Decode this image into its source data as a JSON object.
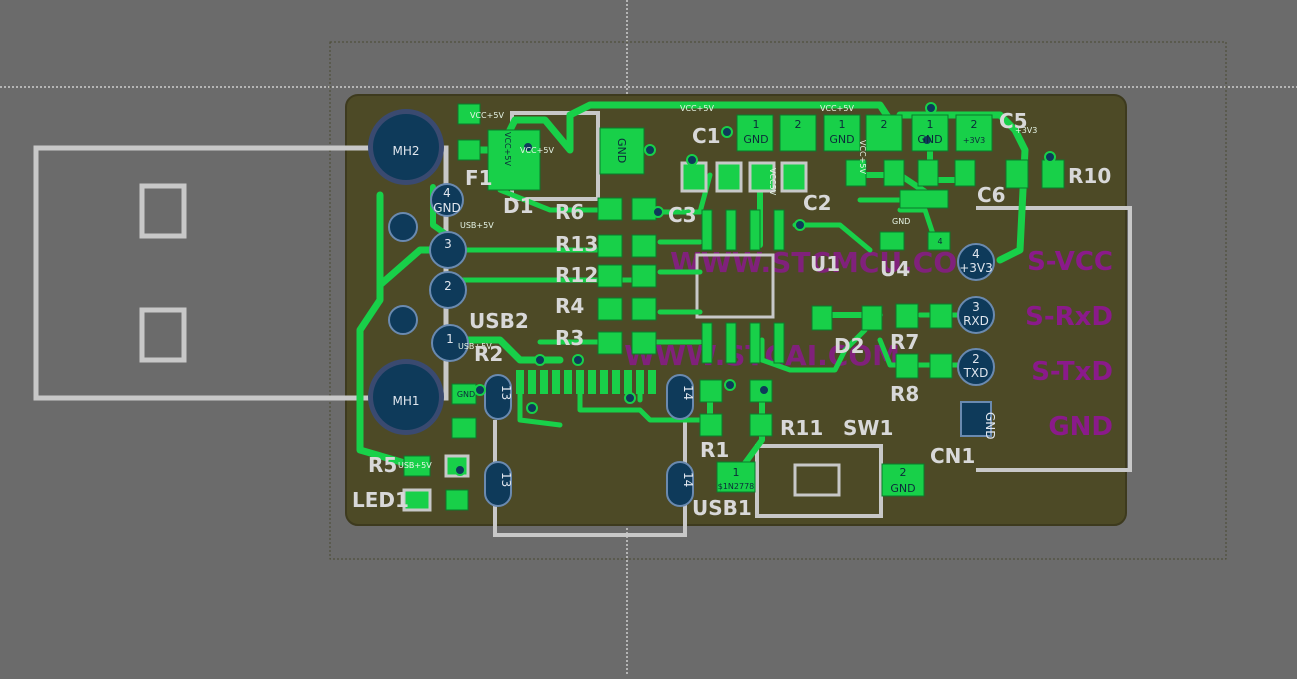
{
  "colors": {
    "background": "#6b6b6b",
    "board": "#4d4a26",
    "board_edge": "#c8c8c8",
    "copper": "#18d049",
    "silkscreen": "#d8d8d8",
    "bottom_silk": "#8a1a8a",
    "hole": "#0e3a5a"
  },
  "components": {
    "MH2": "MH2",
    "MH1": "MH1",
    "F1": "F1",
    "D1": "D1",
    "D2": "D2",
    "C1": "C1",
    "C2": "C2",
    "C3": "C3",
    "C5": "C5",
    "C6": "C6",
    "R1": "R1",
    "R2": "R2",
    "R3": "R3",
    "R4": "R4",
    "R5": "R5",
    "R6": "R6",
    "R7": "R7",
    "R8": "R8",
    "R10": "R10",
    "R11": "R11",
    "R12": "R12",
    "R13": "R13",
    "U1": "U1",
    "U4": "U4",
    "USB1": "USB1",
    "USB2": "USB2",
    "SW1": "SW1",
    "LED1": "LED1",
    "CN1": "CN1"
  },
  "pads": {
    "gnd": "GND",
    "vcc5v": "VCC+5V",
    "vcc5v_short": "VCC5V",
    "p3v3": "+3V3",
    "rxd": "RXD",
    "txd": "TXD",
    "p1": "1",
    "p2": "2",
    "p3": "3",
    "p4": "4",
    "p13": "13",
    "p14": "14",
    "usb5v": "USB+5V",
    "n1n2778": "$1N2778"
  },
  "bottom_text": {
    "s_vcc": "S-VCC",
    "s_rxd": "S-RxD",
    "s_txd": "S-TxD",
    "gnd": "GND",
    "www1": "WWW.STCMCU.COM",
    "www2": "WWW.STCAI.COM"
  }
}
